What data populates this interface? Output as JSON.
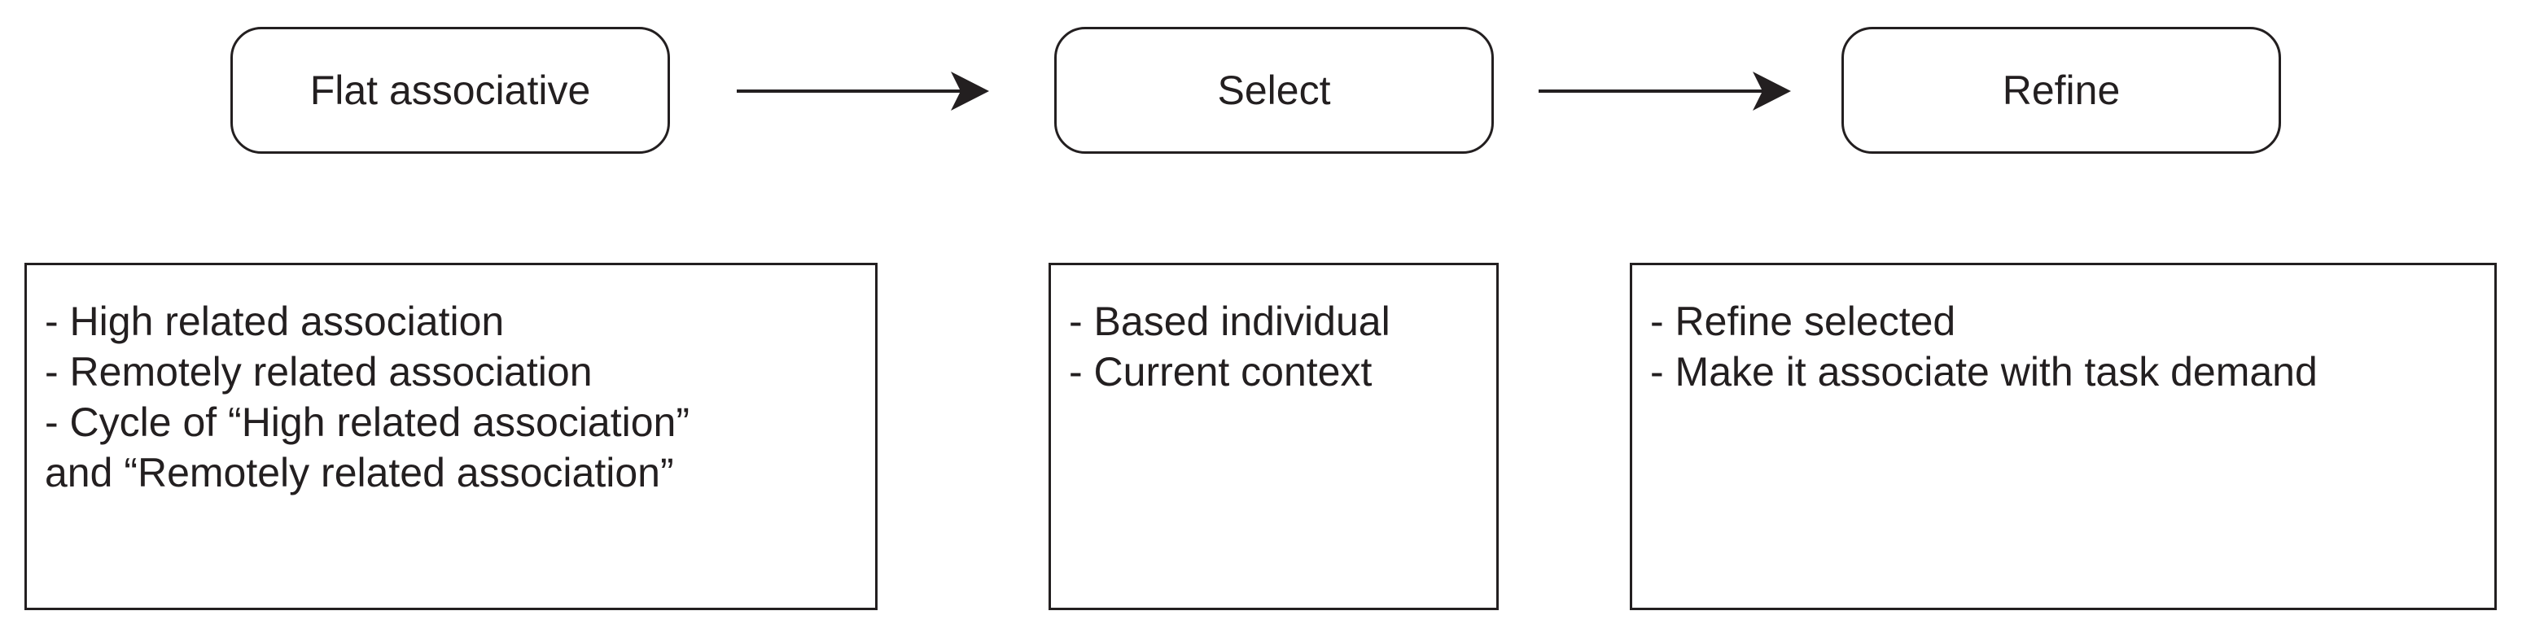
{
  "stages": [
    {
      "label": "Flat associative"
    },
    {
      "label": "Select"
    },
    {
      "label": "Refine"
    }
  ],
  "details": [
    {
      "lines": [
        "- High related association",
        "- Remotely related association",
        "- Cycle of “High related association”",
        "and “Remotely related association”"
      ]
    },
    {
      "lines": [
        "- Based individual",
        "- Current context"
      ]
    },
    {
      "lines": [
        "- Refine selected",
        "- Make it associate with task demand"
      ]
    }
  ],
  "colors": {
    "stroke": "#231f20",
    "background": "#ffffff"
  }
}
